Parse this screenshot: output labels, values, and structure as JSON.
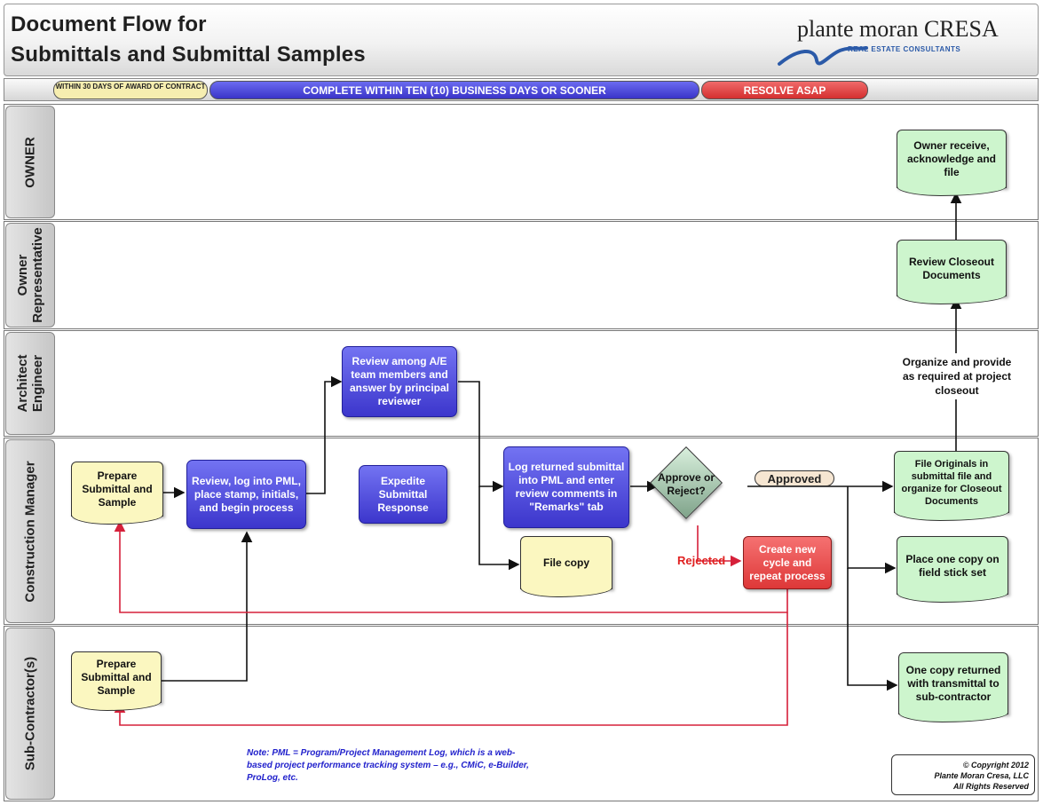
{
  "header": {
    "title_line1": "Document Flow for",
    "title_line2": "Submittals and Submittal Samples",
    "logo_name": "plante moran CRESA",
    "logo_tagline": "REAL ESTATE CONSULTANTS"
  },
  "timeline": {
    "phase1": "WITHIN 30 DAYS OF AWARD OF CONTRACT",
    "phase2": "COMPLETE WITHIN TEN (10) BUSINESS DAYS OR SOONER",
    "phase3": "RESOLVE ASAP",
    "colors": {
      "phase1": "#f6eeb0",
      "phase2": "#3a34c8",
      "phase3": "#d42f2f"
    }
  },
  "lanes": {
    "owner": "OWNER",
    "owner_rep": "Owner\nRepresentative",
    "architect": "Architect\nEngineer",
    "cm": "Construction Manager",
    "sub": "Sub-Contractor(s)"
  },
  "steps": {
    "owner_receive": "Owner receive, acknowledge and file",
    "review_closeout": "Review Closeout Documents",
    "closeout_note": "Organize and provide as required at project closeout",
    "ae_review": "Review among A/E team members and answer by principal reviewer",
    "cm_prepare": "Prepare Submittal and Sample",
    "cm_review": "Review, log into PML, place stamp, initials, and begin process",
    "expedite": "Expedite Submittal Response",
    "log_returned": "Log returned submittal into PML and enter review comments in \"Remarks\" tab",
    "decision": "Approve or Reject?",
    "approved": "Approved",
    "rejected": "Rejected",
    "file_copy": "File copy",
    "new_cycle": "Create new cycle and repeat process",
    "file_originals": "File Originals in submittal file and organize for Closeout Documents",
    "field_copy": "Place one copy on field stick set",
    "sub_prepare": "Prepare Submittal and Sample",
    "copy_returned": "One copy returned with transmittal to sub-contractor"
  },
  "note": "Note: PML = Program/Project Management Log, which is a web-based project performance tracking system – e.g., CMiC, e-Builder, ProLog, etc.",
  "copyright": {
    "line1": "© Copyright 2012",
    "line2": "Plante Moran Cresa, LLC",
    "line3": "All Rights Reserved"
  },
  "colors": {
    "process_blue": "#3c36cc",
    "document_yellow": "#fbf7c0",
    "document_green": "#cdf5cd",
    "reject_red": "#de3838",
    "reject_line": "#d6203a"
  }
}
